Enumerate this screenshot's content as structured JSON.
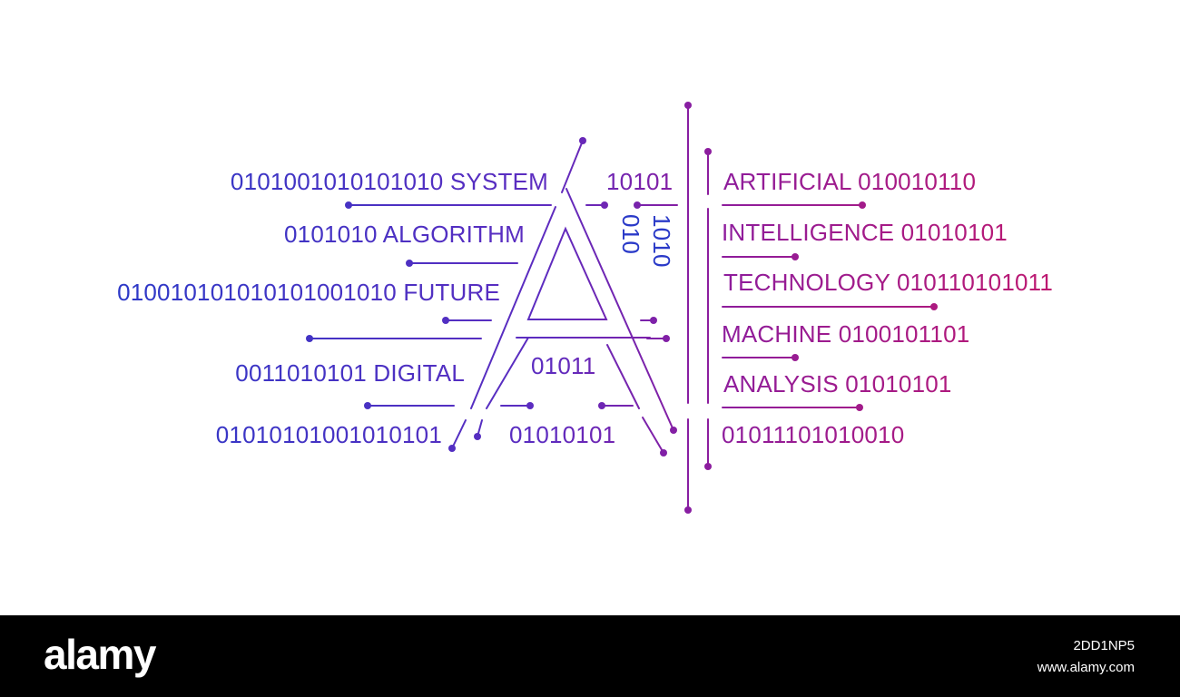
{
  "colors": {
    "blue": "#2f3fc8",
    "violet": "#6a2bbd",
    "purple": "#8e1c9b",
    "magenta": "#c2186c",
    "bar": "#000000",
    "bar_text": "#ffffff"
  },
  "left_words": [
    "0101001010101010 SYSTEM",
    "0101010 ALGORITHM",
    "010010101010101001010 FUTURE",
    "0011010101 DIGITAL",
    "01010101001010101"
  ],
  "center_words": {
    "top": "10101",
    "vertical_a": "010",
    "vertical_b": "1010",
    "inner": "01011",
    "bottom": "01010101"
  },
  "right_words": [
    "ARTIFICIAL 010010110",
    "INTELLIGENCE 01010101",
    "TECHNOLOGY 010110101011",
    "MACHINE 0100101101",
    "ANALYSIS 01010101",
    "01011101010010"
  ],
  "watermark": {
    "logo": "alamy",
    "image_id": "2DD1NP5",
    "site": "www.alamy.com"
  }
}
